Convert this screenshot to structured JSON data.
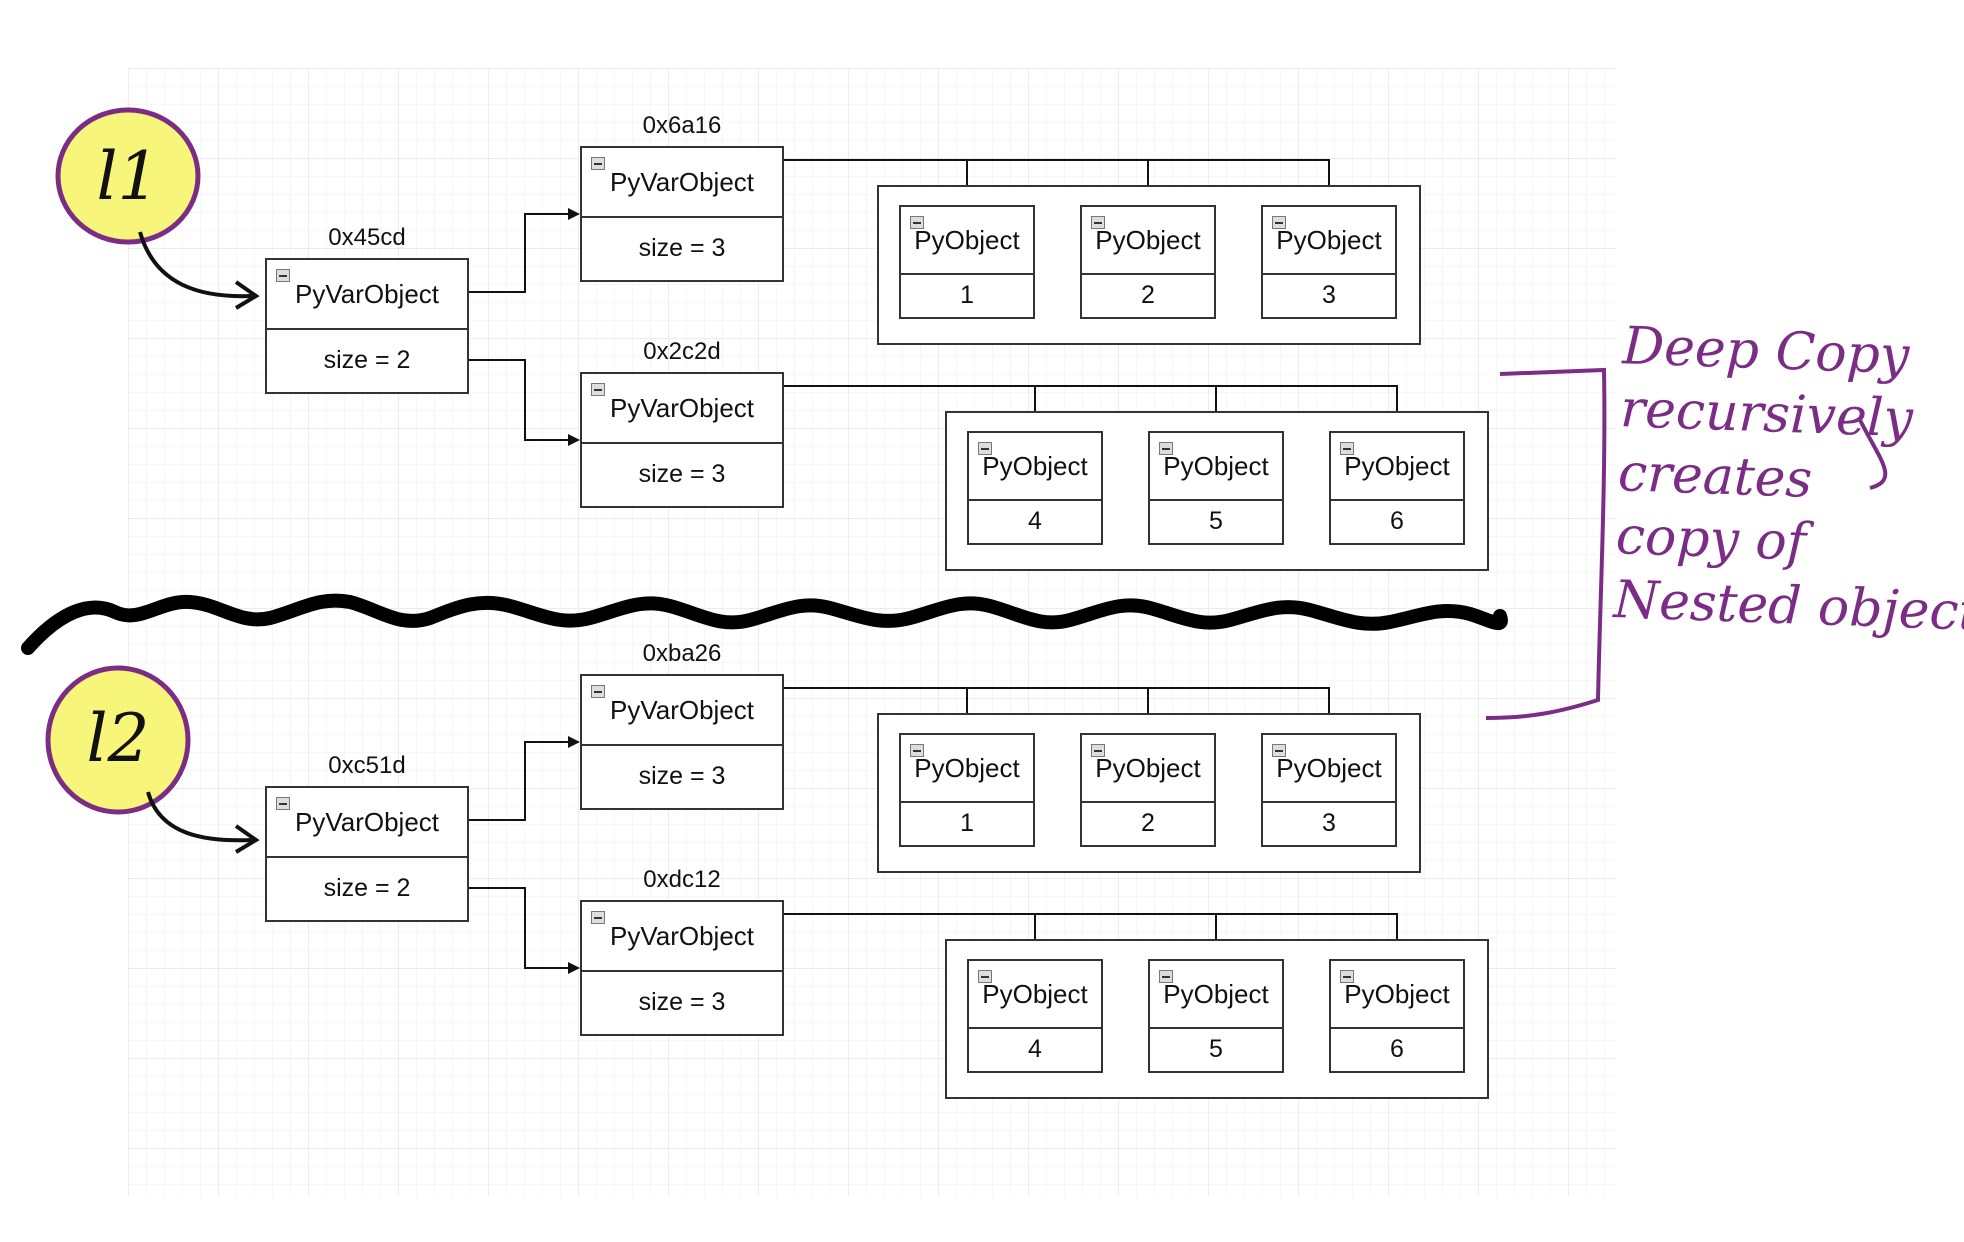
{
  "diagram": {
    "variables": [
      {
        "name": "l1"
      },
      {
        "name": "l2"
      }
    ],
    "lists": [
      {
        "address": "0x45cd",
        "header": "PyVarObject",
        "size_label": "size = 2",
        "children": [
          {
            "address": "0x6a16",
            "header": "PyVarObject",
            "size_label": "size = 3",
            "items": [
              {
                "header": "PyObject",
                "value": "1"
              },
              {
                "header": "PyObject",
                "value": "2"
              },
              {
                "header": "PyObject",
                "value": "3"
              }
            ]
          },
          {
            "address": "0x2c2d",
            "header": "PyVarObject",
            "size_label": "size = 3",
            "items": [
              {
                "header": "PyObject",
                "value": "4"
              },
              {
                "header": "PyObject",
                "value": "5"
              },
              {
                "header": "PyObject",
                "value": "6"
              }
            ]
          }
        ]
      },
      {
        "address": "0xc51d",
        "header": "PyVarObject",
        "size_label": "size = 2",
        "children": [
          {
            "address": "0xba26",
            "header": "PyVarObject",
            "size_label": "size = 3",
            "items": [
              {
                "header": "PyObject",
                "value": "1"
              },
              {
                "header": "PyObject",
                "value": "2"
              },
              {
                "header": "PyObject",
                "value": "3"
              }
            ]
          },
          {
            "address": "0xdc12",
            "header": "PyVarObject",
            "size_label": "size = 3",
            "items": [
              {
                "header": "PyObject",
                "value": "4"
              },
              {
                "header": "PyObject",
                "value": "5"
              },
              {
                "header": "PyObject",
                "value": "6"
              }
            ]
          }
        ]
      }
    ],
    "annotation": {
      "lines": [
        "Deep Copy",
        "recursively",
        "creates",
        "copy of",
        "Nested objects"
      ]
    },
    "colors": {
      "highlight": "#f7f57a",
      "annotation": "#7b2d86",
      "stroke": "#333333"
    }
  }
}
